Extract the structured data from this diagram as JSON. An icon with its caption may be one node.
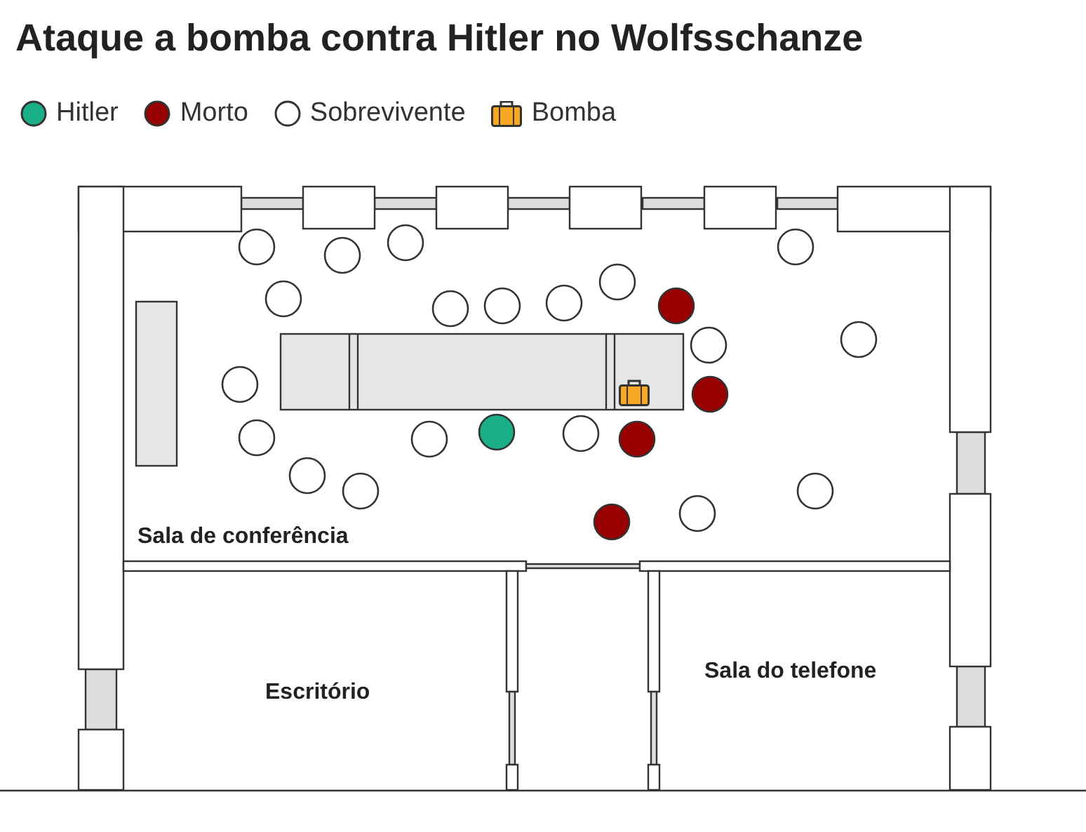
{
  "diagram": {
    "title": "Ataque a bomba contra Hitler no Wolfsschanze",
    "labels": [
      "Sala de conferência",
      "Escritório",
      "Sala do telefone"
    ],
    "legend": [
      {
        "text": "Hitler",
        "color": "#1aae87"
      },
      {
        "text": "Morto",
        "color": "#990000"
      },
      {
        "text": "Sobrevivente"
      },
      {
        "text": "Bomba"
      }
    ]
  }
}
